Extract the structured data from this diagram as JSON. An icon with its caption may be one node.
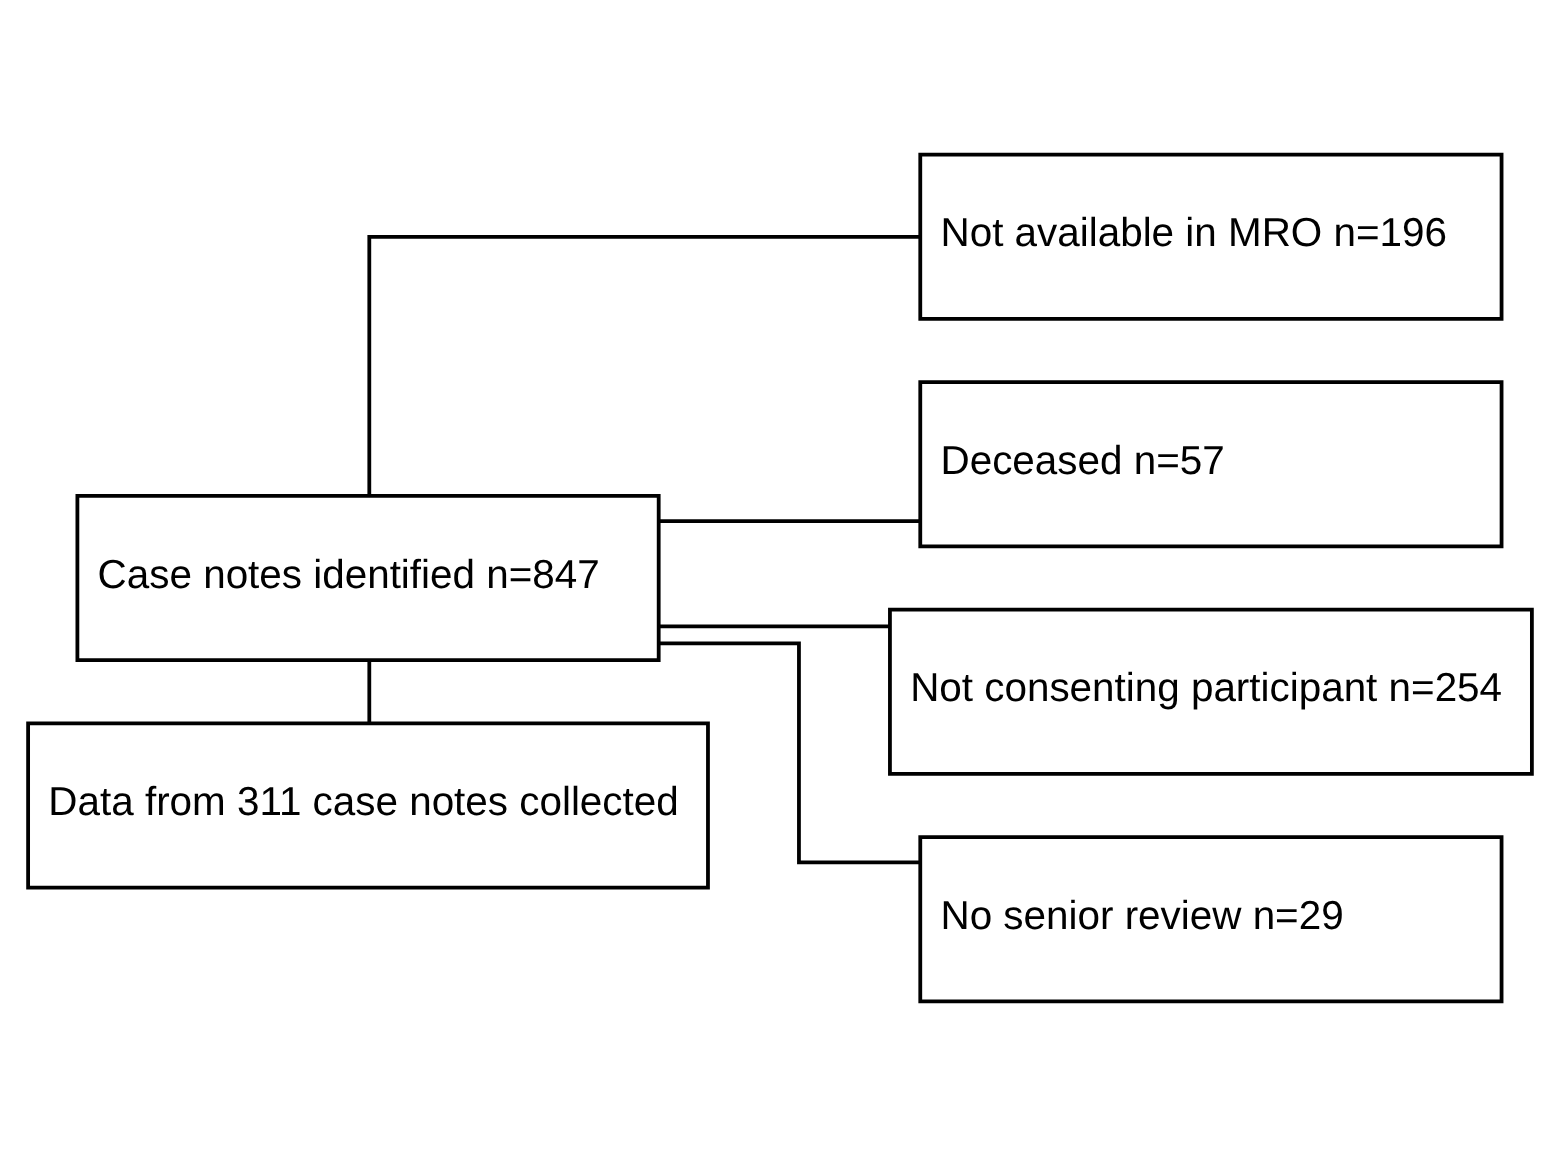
{
  "diagram": {
    "nodes": [
      {
        "text": [
          "Case notes identified n=847"
        ]
      },
      {
        "text": [
          "Not available in MRO n=196"
        ]
      },
      {
        "text": [
          "Deceased n=57"
        ]
      },
      {
        "text": [
          "Not consenting participant n=254"
        ]
      },
      {
        "text": [
          "No senior review n=29"
        ]
      },
      {
        "text": [
          "Data from 311 case notes collected"
        ]
      }
    ],
    "edges": [
      {
        "from": 0,
        "to": 1,
        "arrow": "none"
      },
      {
        "from": 0,
        "to": 2,
        "arrow": "none"
      },
      {
        "from": 0,
        "to": 3,
        "arrow": "none"
      },
      {
        "from": 0,
        "to": 4,
        "arrow": "none"
      },
      {
        "from": 0,
        "to": 5,
        "arrow": "none"
      }
    ]
  }
}
